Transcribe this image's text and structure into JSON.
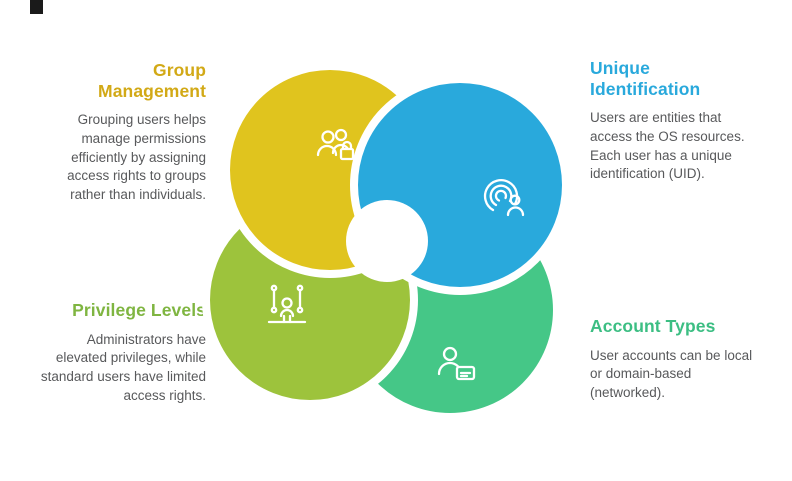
{
  "sections": {
    "group_management": {
      "title": "Group Management",
      "body": "Grouping users helps manage permissions efficiently by assigning access rights to groups rather than individuals.",
      "heading_color": "#D2A916",
      "circle_color": "#E0C41E",
      "icon": "users-lock-icon"
    },
    "unique_identification": {
      "title": "Unique Identification",
      "body": "Users are entities that access the OS resources. Each user has a unique identification (UID).",
      "heading_color": "#29A9DC",
      "circle_color": "#29A9DC",
      "icon": "fingerprint-user-icon"
    },
    "privilege_levels": {
      "title": "Privilege Levels",
      "body": "Administrators have elevated privileges, while standard users have limited access rights.",
      "heading_color": "#7FB541",
      "circle_color": "#9DC33C",
      "icon": "hierarchy-user-icon"
    },
    "account_types": {
      "title": "Account Types",
      "body": "User accounts can be local or domain-based (networked).",
      "heading_color": "#3CBE83",
      "circle_color": "#45C787",
      "icon": "user-card-icon"
    }
  },
  "palette": {
    "body_text": "#58595B",
    "divider_white": "#FFFFFF",
    "corner_marker": "#1A1A1A"
  }
}
